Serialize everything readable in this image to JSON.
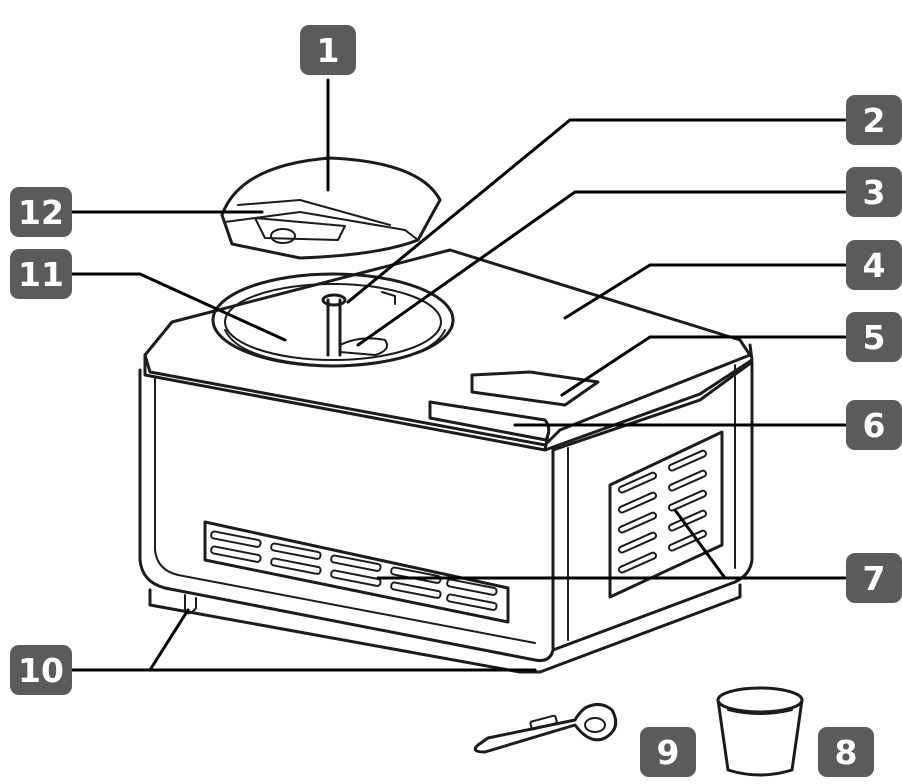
{
  "callouts": [
    {
      "id": "1",
      "label": "1"
    },
    {
      "id": "2",
      "label": "2"
    },
    {
      "id": "3",
      "label": "3"
    },
    {
      "id": "4",
      "label": "4"
    },
    {
      "id": "5",
      "label": "5"
    },
    {
      "id": "6",
      "label": "6"
    },
    {
      "id": "7",
      "label": "7"
    },
    {
      "id": "8",
      "label": "8"
    },
    {
      "id": "9",
      "label": "9"
    },
    {
      "id": "10",
      "label": "10"
    },
    {
      "id": "11",
      "label": "11"
    },
    {
      "id": "12",
      "label": "12"
    }
  ],
  "colors": {
    "callout_background": "#5b5b5b",
    "callout_text": "#ffffff",
    "line_art": "#1c1c1c"
  }
}
